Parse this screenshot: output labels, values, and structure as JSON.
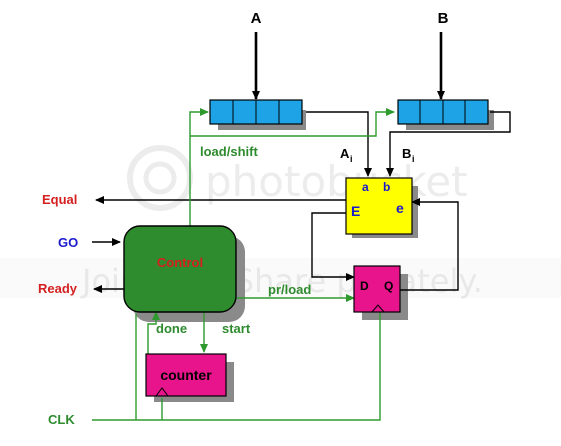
{
  "labels": {
    "a_top": "A",
    "b_top": "B",
    "load_shift": "load/shift",
    "a_i": "A",
    "a_i_sub": "i",
    "b_i": "B",
    "b_i_sub": "i",
    "equal": "Equal",
    "go": "GO",
    "ready": "Ready",
    "control": "Control",
    "pr_load": "pr/load",
    "done": "done",
    "start": "start",
    "counter": "counter",
    "clk": "CLK",
    "cmp_a": "a",
    "cmp_b": "b",
    "cmp_E": "E",
    "cmp_e": "e",
    "ff_D": "D",
    "ff_Q": "Q"
  },
  "watermark": {
    "top": "photobucket",
    "bottom": "Join free. Share privately."
  },
  "colors": {
    "green_wire": "#2e9a2e",
    "black_wire": "#000000",
    "register_fill": "#1ea3e6",
    "comparator_fill": "#ffff00",
    "control_fill": "#2e8b2e",
    "counter_fill": "#e8148c",
    "flipflop_fill": "#e8148c",
    "shadow": "#8a8a8a",
    "red_label": "#d42020",
    "blue_label": "#1a1acc",
    "green_label": "#2e8b2e"
  }
}
